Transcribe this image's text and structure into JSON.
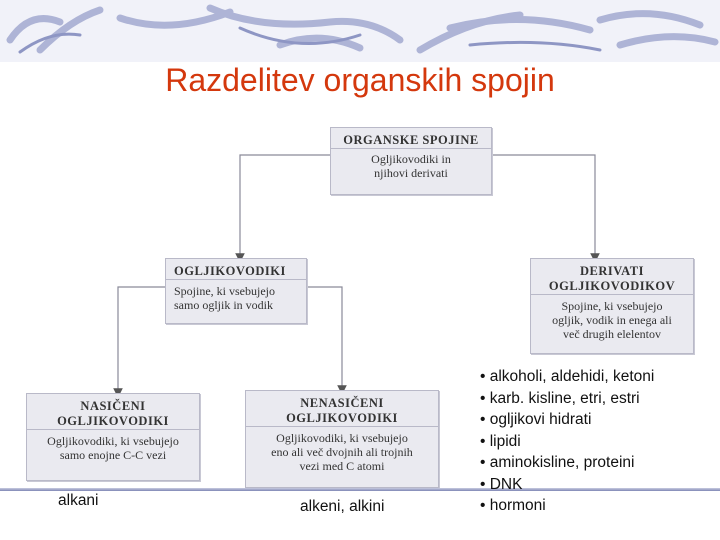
{
  "title": "Razdelitev organskih spojin",
  "nodes": {
    "root": {
      "heading": "ORGANSKE SPOJINE",
      "text": [
        "Ogljikovodiki in",
        "njihovi derivati"
      ]
    },
    "hydrocarbons": {
      "heading": "OGLJIKOVODIKI",
      "text": [
        "Spojine, ki vsebujejo",
        "samo ogljik in vodik"
      ]
    },
    "derivatives": {
      "heading": [
        "DERIVATI",
        "OGLJIKOVODIKOV"
      ],
      "text": [
        "Spojine, ki vsebujejo",
        "ogljik, vodik in enega ali",
        "več drugih elelentov"
      ]
    },
    "saturated": {
      "heading": [
        "NASIČENI",
        "OGLJIKOVODIKI"
      ],
      "text": [
        "Ogljikovodiki, ki vsebujejo",
        "samo enojne C-C vezi"
      ]
    },
    "unsaturated": {
      "heading": [
        "NENASIČENI",
        "OGLJIKOVODIKI"
      ],
      "text": [
        "Ogljikovodiki, ki vsebujejo",
        "eno ali več dvojnih ali trojnih",
        "vezi med C atomi"
      ]
    }
  },
  "labels": {
    "saturated": "alkani",
    "unsaturated": "alkeni, alkini"
  },
  "derivative_examples": [
    "alkoholi, aldehidi, ketoni",
    "karb. kisline, etri, estri",
    "ogljikovi hidrati",
    "lipidi",
    "aminokisline, proteini",
    "DNK",
    "hormoni"
  ],
  "colors": {
    "title": "#d4380d",
    "box_fill": "#eaeaf0",
    "connector": "#8a8a99",
    "banner": "#9aa3cc"
  }
}
